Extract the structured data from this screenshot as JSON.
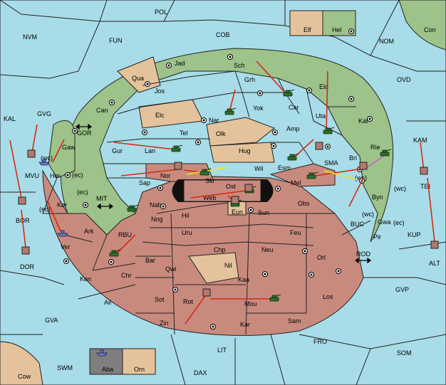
{
  "map": {
    "territories": [
      "POL",
      "NVM",
      "FUN",
      "COB",
      "NOM",
      "Con",
      "OVD",
      "KAL",
      "GVG",
      "GOR",
      "MVU",
      "BOR",
      "DOR",
      "MIT",
      "RBU",
      "KAM",
      "TEI",
      "ALT",
      "KUP",
      "BUC",
      "ROD",
      "GVP",
      "GVA",
      "LIT",
      "FRO",
      "SOM",
      "SWM",
      "DAX",
      "Cow",
      "Aba",
      "Orn",
      "Elf",
      "Hel",
      "Jad",
      "Sch",
      "Qua",
      "Jos",
      "Grh",
      "Car",
      "Eld",
      "Can",
      "Elc",
      "Nar",
      "Yok",
      "Uta",
      "Kat",
      "Tel",
      "Olk",
      "Amp",
      "Gur",
      "Lan",
      "Hug",
      "Esm",
      "SMA",
      "Bri",
      "Rie",
      "Gaw",
      "Her",
      "Nor",
      "Skr",
      "Wil",
      "Sap",
      "Web",
      "Ost",
      "Mel",
      "Kor",
      "Eun",
      "Sun",
      "Obs",
      "Nab",
      "Byn",
      "Hil",
      "Ark",
      "Gwa",
      "Nog",
      "Uru",
      "Feu",
      "Pir",
      "Ver",
      "Chp",
      "Neu",
      "Bar",
      "Qwi",
      "Orl",
      "Nil",
      "Chr",
      "Ken",
      "Kaa",
      "Ail",
      "Sot",
      "Rot",
      "Mou",
      "Los",
      "Zin",
      "Sam",
      "Kar"
    ],
    "coast_labels": [
      "(ec)",
      "(wc)",
      "(ec)",
      "(ec)",
      "(wc)",
      "(wc)",
      "(wc)",
      "(ec)"
    ],
    "legend": {
      "left_a": "Aba",
      "left_b": "Orn",
      "right_a": "Elf",
      "right_b": "Hel"
    },
    "colors": {
      "sea": "#a8dce8",
      "green": "#9dc28a",
      "tan": "#e4c39c",
      "red": "#c98a7e",
      "gray": "#7f7f7f",
      "order": "#d42b12",
      "support": "#e8e81c",
      "convoy": "#c060c0"
    }
  }
}
